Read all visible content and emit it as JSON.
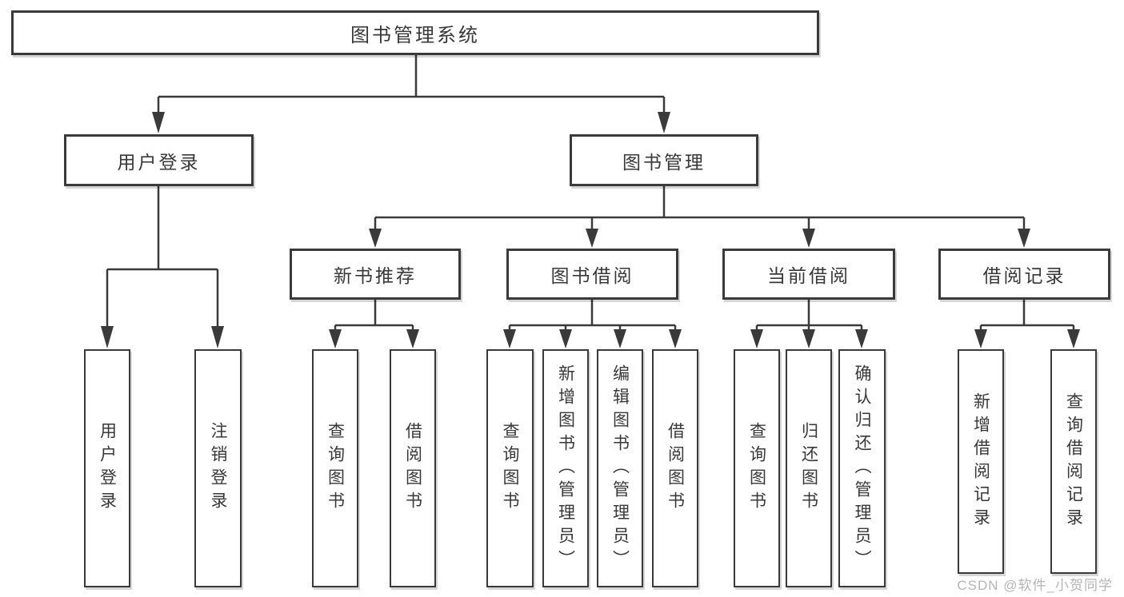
{
  "diagram": {
    "root": "图书管理系统",
    "children": [
      {
        "label": "用户登录",
        "children": [
          {
            "label": "用户登录"
          },
          {
            "label": "注销登录"
          }
        ]
      },
      {
        "label": "图书管理",
        "children": [
          {
            "label": "新书推荐",
            "children": [
              {
                "label": "查询图书"
              },
              {
                "label": "借阅图书"
              }
            ]
          },
          {
            "label": "图书借阅",
            "children": [
              {
                "label": "查询图书"
              },
              {
                "label": "新增图书（管理员）"
              },
              {
                "label": "编辑图书（管理员）"
              },
              {
                "label": "借阅图书"
              }
            ]
          },
          {
            "label": "当前借阅",
            "children": [
              {
                "label": "查询图书"
              },
              {
                "label": "归还图书"
              },
              {
                "label": "确认归还（管理员）"
              }
            ]
          },
          {
            "label": "借阅记录",
            "children": [
              {
                "label": "新增借阅记录"
              },
              {
                "label": "查询借阅记录"
              }
            ]
          }
        ]
      }
    ]
  },
  "watermark": "CSDN @软件_小贺同学",
  "colors": {
    "line": "#3a3a3a",
    "text": "#383838",
    "watermark": "#b5b5b5",
    "background": "#ffffff"
  }
}
